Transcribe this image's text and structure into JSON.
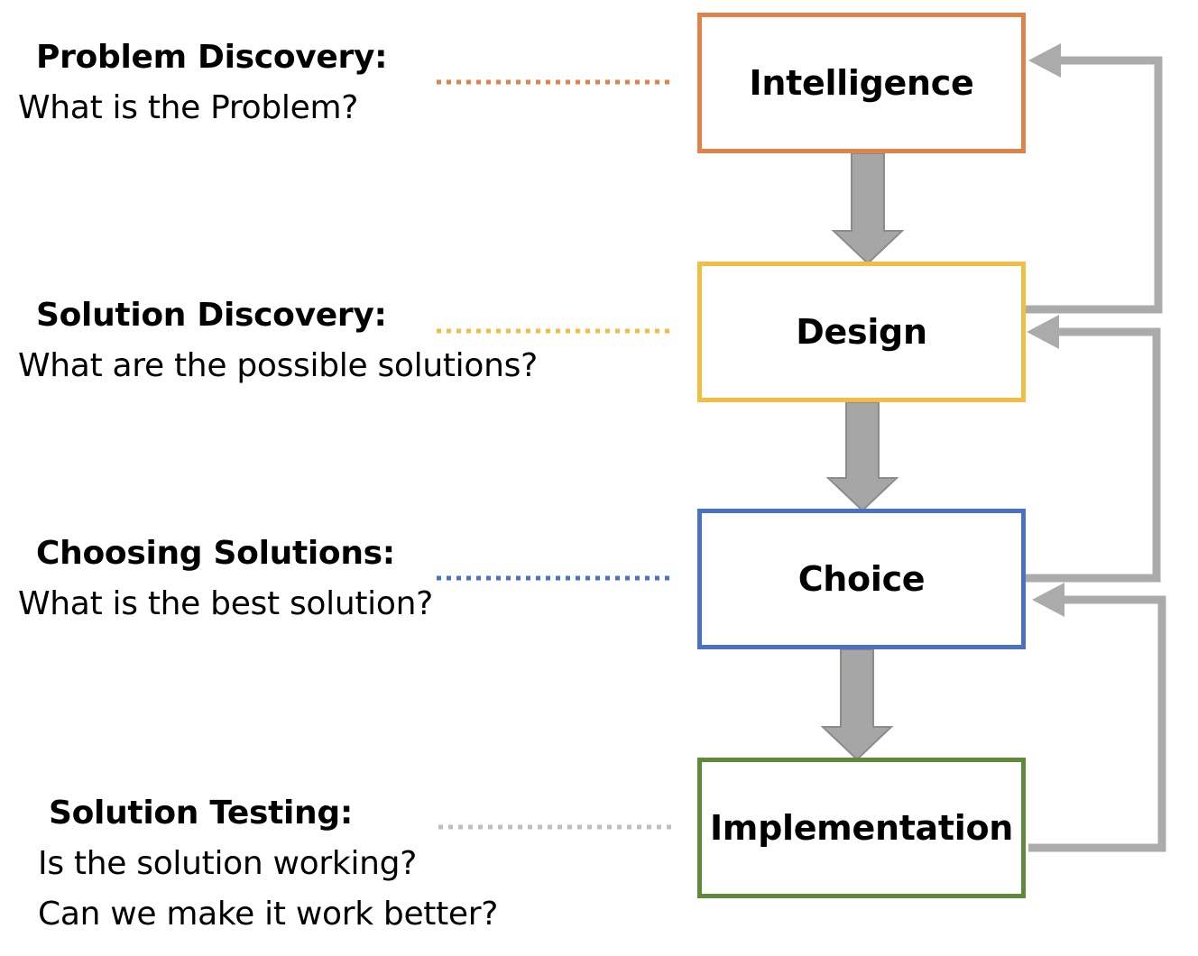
{
  "colors": {
    "intelligence": "#E0834A",
    "design": "#F0BE42",
    "choice": "#4A72C4",
    "implementation": "#5F8A3A",
    "arrow_fill": "#A6A6A6",
    "arrow_stroke": "#8C8C8C",
    "feedback": "#ABABAB",
    "connector_testing": "#BFBFBF"
  },
  "phases": [
    {
      "title": "Problem Discovery:",
      "questions": [
        "What is the Problem?"
      ]
    },
    {
      "title": "Solution Discovery:",
      "questions": [
        "What are the possible solutions?"
      ]
    },
    {
      "title": "Choosing Solutions:",
      "questions": [
        "What is the best solution?"
      ]
    },
    {
      "title": "Solution Testing:",
      "questions": [
        "Is the solution working?",
        "Can we make it work better?"
      ]
    }
  ],
  "stages": [
    {
      "label": "Intelligence"
    },
    {
      "label": "Design"
    },
    {
      "label": "Choice"
    },
    {
      "label": "Implementation"
    }
  ]
}
